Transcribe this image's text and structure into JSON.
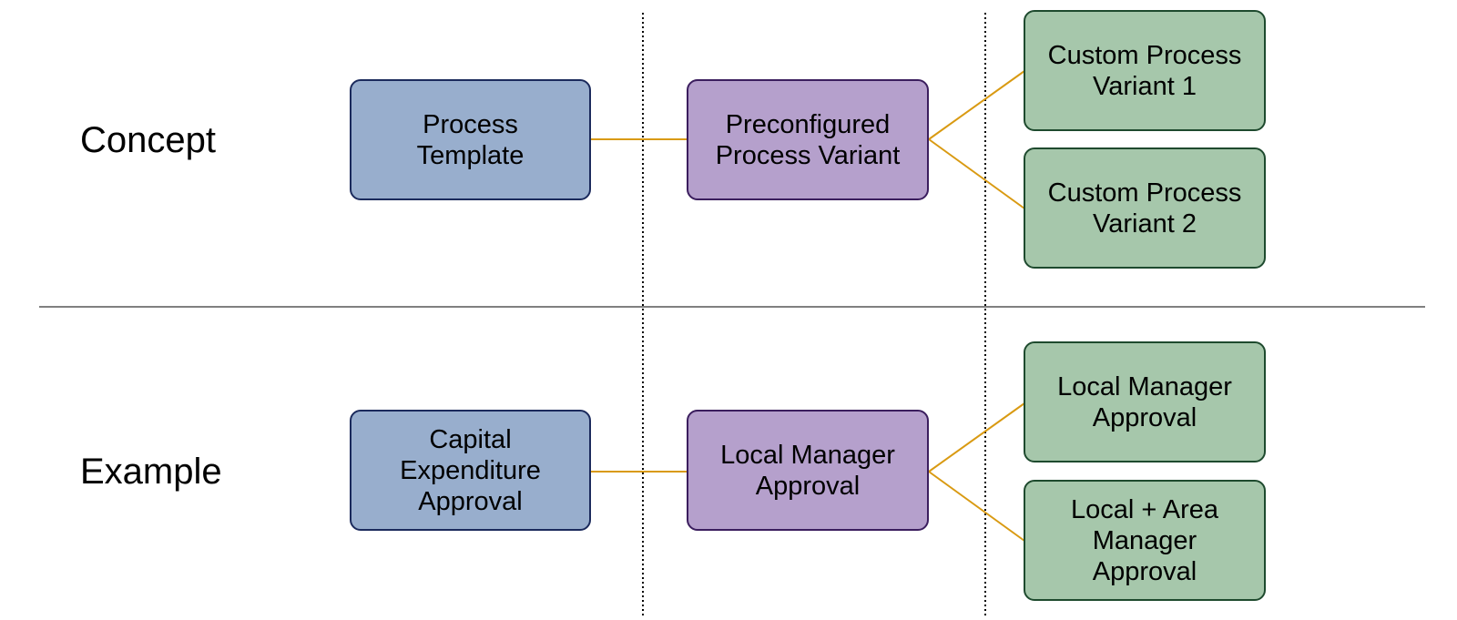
{
  "rows": {
    "concept": {
      "label": "Concept",
      "template": "Process\nTemplate",
      "preconfigured": "Preconfigured\nProcess Variant",
      "custom1": "Custom Process\nVariant 1",
      "custom2": "Custom Process\nVariant 2"
    },
    "example": {
      "label": "Example",
      "template": "Capital\nExpenditure\nApproval",
      "preconfigured": "Local Manager\nApproval",
      "custom1": "Local Manager\nApproval",
      "custom2": "Local + Area\nManager\nApproval"
    }
  },
  "colors": {
    "template_fill": "#98aecd",
    "preconfigured_fill": "#b5a0cc",
    "custom_fill": "#a6c7ab",
    "connector": "#d99a12"
  }
}
